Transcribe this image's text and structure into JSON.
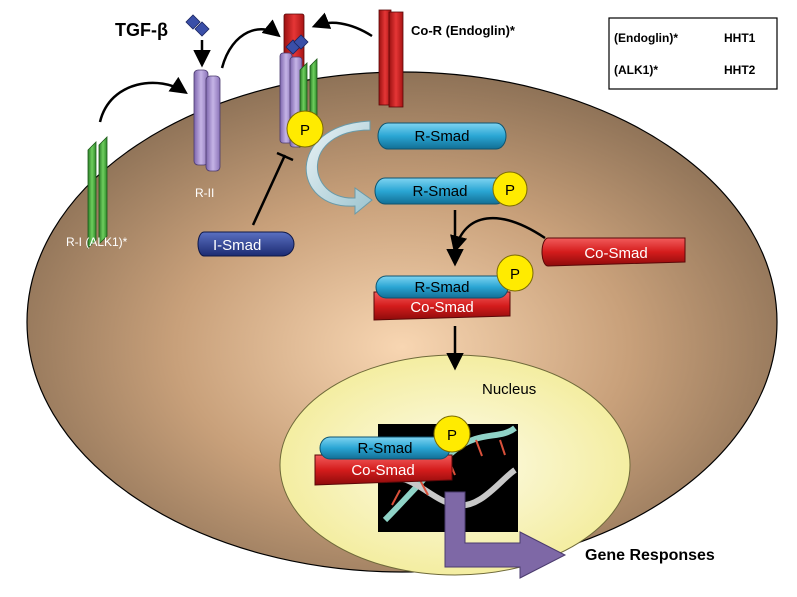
{
  "labels": {
    "tgf_beta": "TGF-β",
    "co_receptor": "Co-R (Endoglin)*",
    "r_ii": "R-II",
    "r_i": "R-I (ALK1)*",
    "i_smad": "I-Smad",
    "r_smad": "R-Smad",
    "co_smad": "Co-Smad",
    "phospho": "P",
    "nucleus": "Nucleus",
    "gene_responses": "Gene Responses"
  },
  "legend": {
    "row1_left": "(Endoglin)*",
    "row1_right": "HHT1",
    "row2_left": "(ALK1)*",
    "row2_right": "HHT2"
  },
  "colors": {
    "cell_center": "#f6d2ae",
    "cell_edge": "#8e7257",
    "nucleus_fill": "#f9f4b0",
    "r_smad": "#3bb1d8",
    "co_smad": "#d62020",
    "i_smad": "#2a3f93",
    "phospho": "#ffeb00",
    "receptor_green": "#44a63c",
    "receptor_purple": "#a68fcf",
    "receptor_red": "#d41f1f",
    "ligand": "#3a4fa8",
    "gene_arrow": "#7e68a6"
  }
}
